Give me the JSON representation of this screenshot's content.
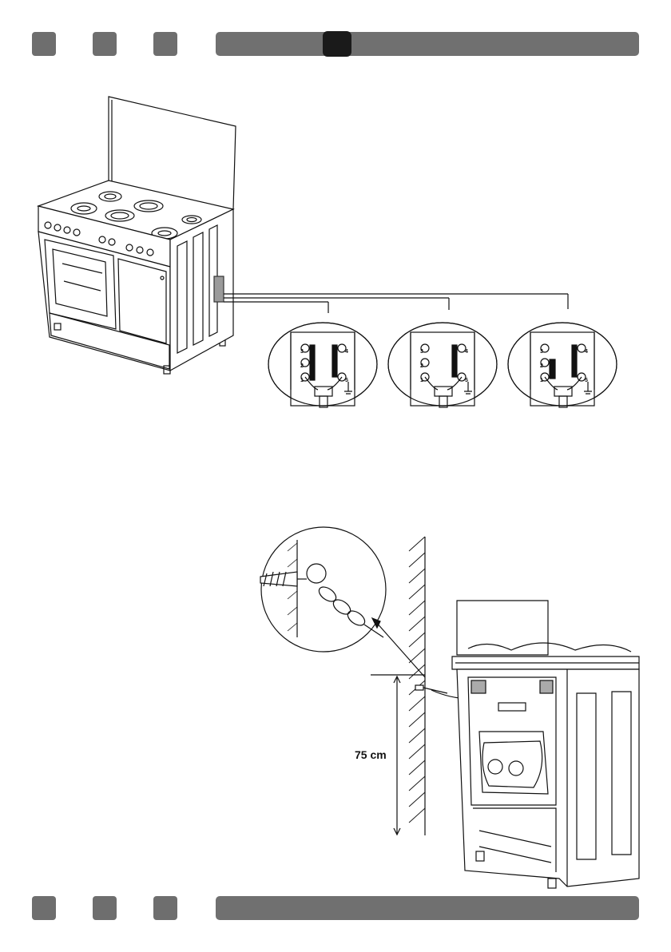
{
  "page": {
    "header_squares": 3,
    "footer_squares": 3
  },
  "install": {
    "wall_height_label": "75 cm"
  },
  "wiring": {
    "terminal_numbers": [
      "1",
      "2",
      "3",
      "4",
      "5"
    ]
  },
  "colors": {
    "bar": "#707070",
    "square": "#6e6e6e",
    "tab": "#1a1a1a",
    "line": "#111111"
  }
}
